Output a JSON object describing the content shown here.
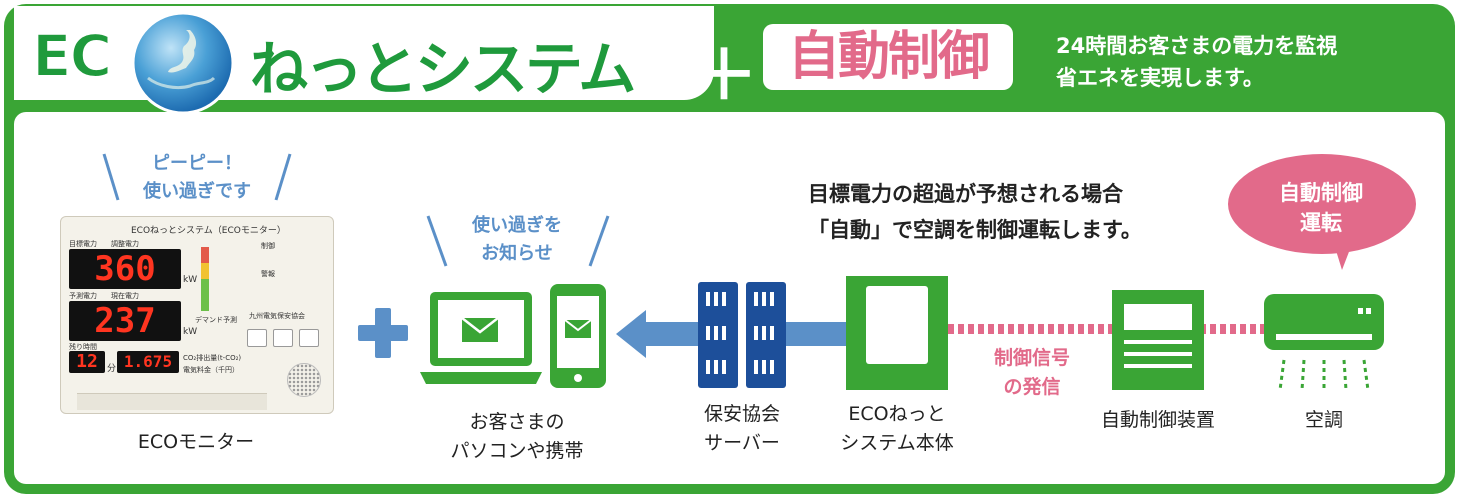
{
  "header": {
    "title_eco": "EC",
    "title_rest": "ねっとシステム",
    "plus": "＋",
    "title_pink": "自動制御",
    "tagline": [
      "24時間お客さまの電力を監視",
      "省エネを実現します。"
    ]
  },
  "monitor": {
    "bubble": [
      "ピーピー！",
      "使い過ぎです"
    ],
    "caption": "ECOモニター",
    "screen_title": "ECOねっとシステム（ECOモニター）",
    "label_target": "目標電力",
    "label_adjust": "調整電力",
    "label_forecast": "予測電力",
    "label_current": "現在電力",
    "label_remaining": "残り時間",
    "value_top": "360",
    "value_bottom": "237",
    "unit_kw": "kW",
    "value_time": "12",
    "unit_min": "分",
    "value_co2": "1.675",
    "label_co2": "CO₂排出量(t-CO₂)",
    "label_cost": "電気料金（千円）",
    "label_demand": "デマンド予測",
    "label_alarm": "警報",
    "label_ctrl": "制御",
    "label_maker": "九州電気保安協会"
  },
  "pc": {
    "bubble": [
      "使い過ぎを",
      "お知らせ"
    ],
    "caption": [
      "お客さまの",
      "パソコンや携帯"
    ]
  },
  "server": {
    "caption": [
      "保安協会",
      "サーバー"
    ]
  },
  "eco_body": {
    "caption": [
      "ECOねっと",
      "システム本体"
    ]
  },
  "signal": {
    "caption": [
      "制御信号",
      "の発信"
    ]
  },
  "controller": {
    "caption": "自動制御装置"
  },
  "aircon": {
    "caption": "空調",
    "bubble": [
      "自動制御",
      "運転"
    ]
  },
  "message": [
    "目標電力の超過が予想される場合",
    "「自動」で空調を制御運転します。"
  ],
  "colors": {
    "green": "#3aa535",
    "dark_green": "#1f9a3c",
    "pink": "#e26a8a",
    "blue": "#5b90c8",
    "navy": "#1d4f9a"
  }
}
